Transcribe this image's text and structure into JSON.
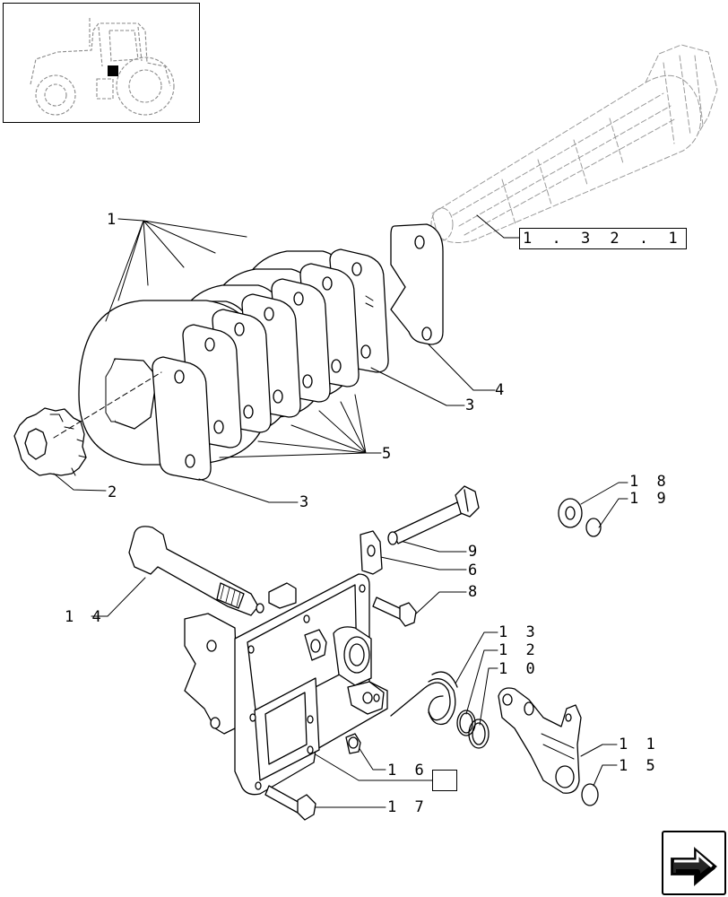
{
  "labels": {
    "l1": "1",
    "l2": "2",
    "l3a": "3",
    "l3b": "3",
    "l4": "4",
    "l5": "5",
    "l6": "6",
    "l8": "8",
    "l9": "9",
    "l10": "1 0",
    "l11": "1 1",
    "l12": "1 2",
    "l13": "1 3",
    "l14": "1 4",
    "l15": "1 5",
    "l16": "1 6",
    "l17": "1 7",
    "l18": "1 8",
    "l19": "1 9"
  },
  "reference": "1 . 3 2 . 1",
  "icons": {
    "thumbnail": "tractor-location-icon",
    "marker": "location-marker-icon",
    "navigation": "next-page-arrow-icon"
  }
}
